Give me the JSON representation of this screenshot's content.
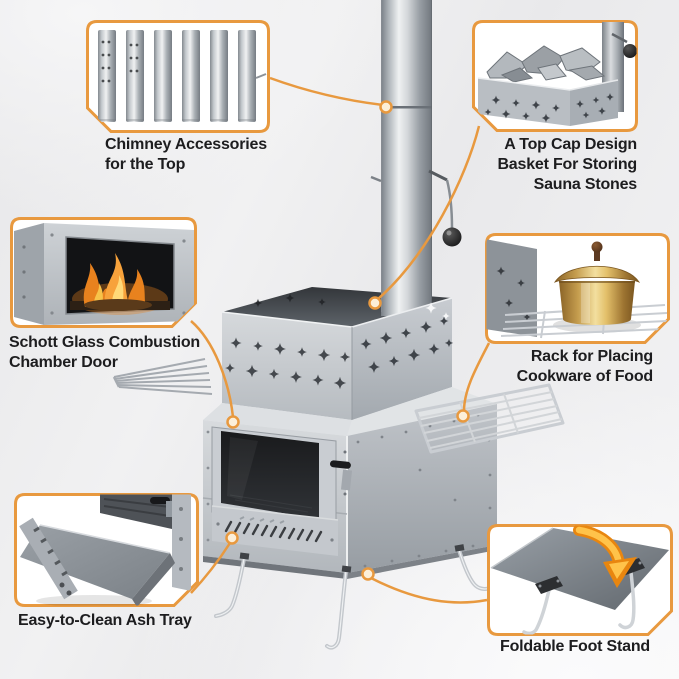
{
  "colors": {
    "accent": "#E8993F",
    "text": "#1D1D1F",
    "background": "#EFEFF0",
    "flame_orange": "#E8821E",
    "flame_yellow": "#F7C34A",
    "brass": "#D9B96A"
  },
  "callouts": [
    {
      "id": "chimney-accessories",
      "image_icon": "chimney-pipes-icon",
      "lines": [
        "Chimney Accessories",
        "for the Top"
      ]
    },
    {
      "id": "top-cap-basket",
      "image_icon": "stone-basket-icon",
      "lines": [
        "A Top Cap Design",
        "Basket For Storing",
        "Sauna Stones"
      ]
    },
    {
      "id": "glass-door",
      "image_icon": "fire-window-icon",
      "lines": [
        "Schott Glass Combustion",
        "Chamber Door"
      ]
    },
    {
      "id": "cookware-rack",
      "image_icon": "brass-pot-on-rack-icon",
      "lines": [
        "Rack for Placing",
        "Cookware of Food"
      ]
    },
    {
      "id": "ash-tray",
      "image_icon": "ash-tray-drawer-icon",
      "lines": [
        "Easy-to-Clean Ash Tray"
      ]
    },
    {
      "id": "foot-stand",
      "image_icon": "folding-legs-icon",
      "lines": [
        "Foldable Foot Stand"
      ]
    }
  ]
}
